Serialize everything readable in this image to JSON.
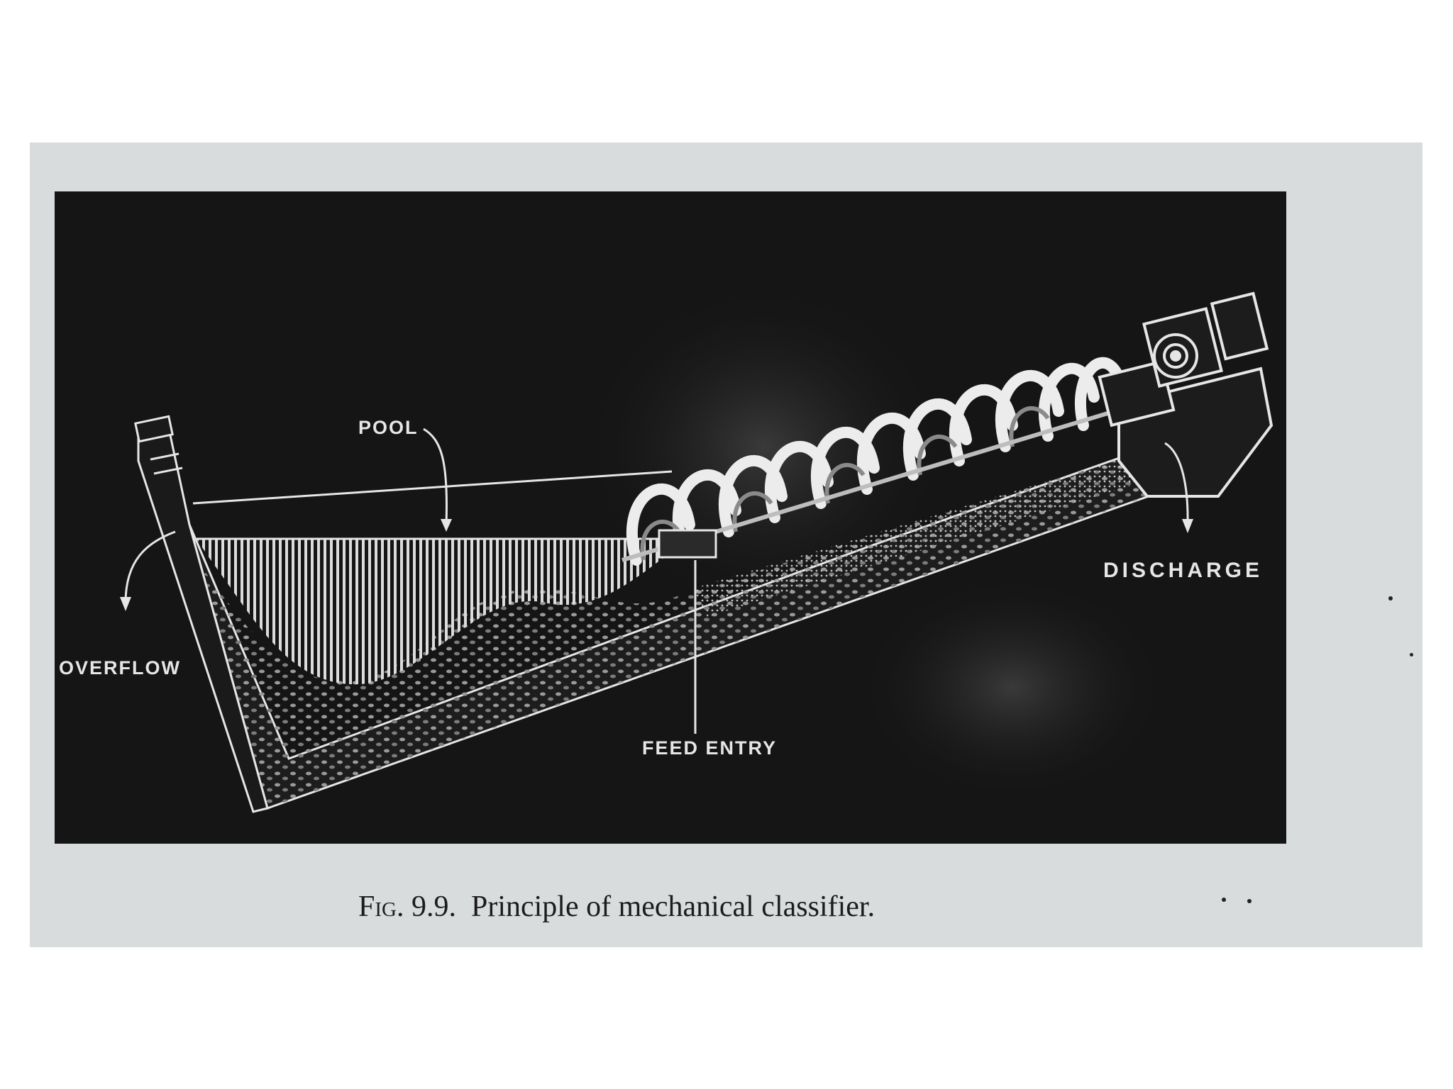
{
  "figure": {
    "caption_prefix": "Fig. 9.9.",
    "caption_text": "Principle of mechanical classifier.",
    "labels": {
      "pool": "POOL",
      "overflow": "OVERFLOW",
      "feed_entry": "FEED ENTRY",
      "discharge": "DISCHARGE"
    }
  },
  "colors": {
    "page": "#ffffff",
    "scan_paper": "#d9dcdd",
    "photo_background": "#151515",
    "line_art": "#e6e6e6"
  }
}
